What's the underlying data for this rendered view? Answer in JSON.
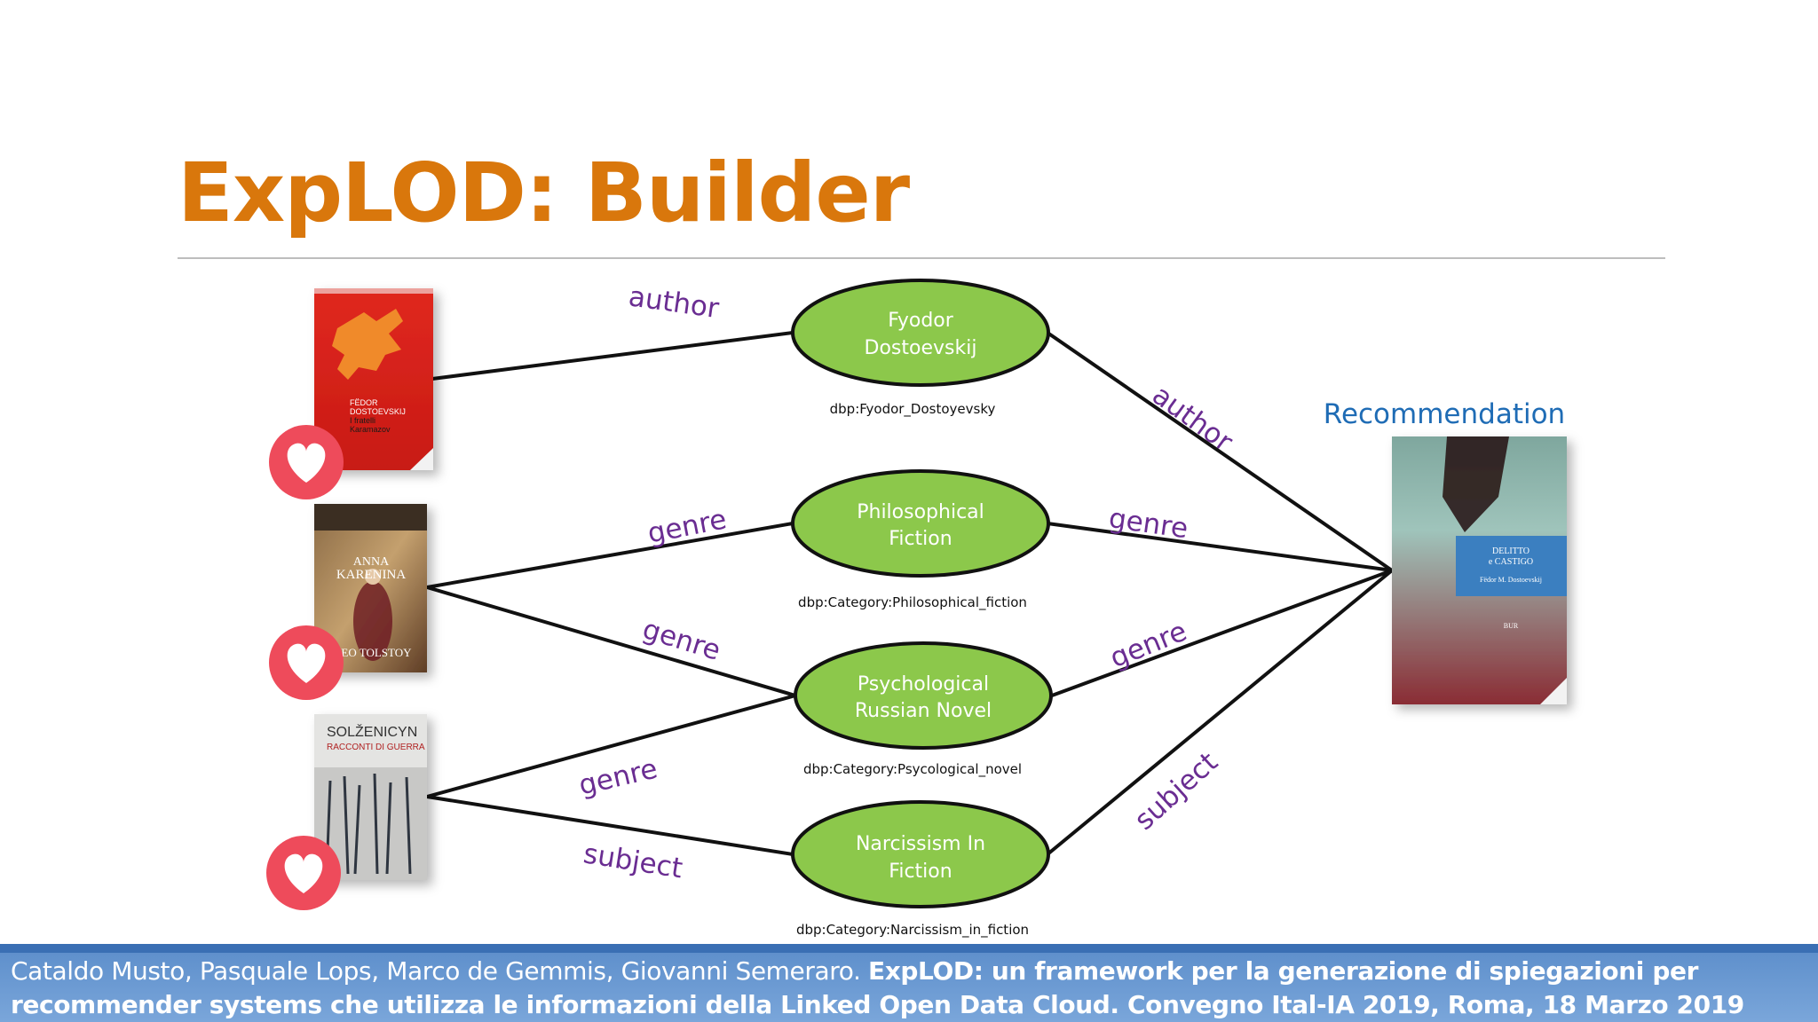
{
  "slide": {
    "title": "ExpLOD: Builder",
    "recommendation_label": "Recommendation"
  },
  "books": {
    "liked": [
      {
        "id": "karamazov",
        "cover_lines": [
          "FËDOR",
          "DOSTOEVSKIJ",
          "I fratelli",
          "Karamazov"
        ],
        "icon": "heart-icon"
      },
      {
        "id": "karenina",
        "cover_lines": [
          "ANNA",
          "KARENINA",
          "LEO TOLSTOY"
        ],
        "icon": "heart-icon"
      },
      {
        "id": "racconti",
        "cover_lines": [
          "SOLŽENICYN",
          "RACCONTI DI GUERRA"
        ],
        "icon": "heart-icon"
      }
    ],
    "recommended": {
      "id": "delitto",
      "cover_lines": [
        "DELITTO",
        "e CASTIGO",
        "Fëdor M. Dostoevskij",
        "BUR"
      ]
    }
  },
  "nodes": [
    {
      "id": "dostoevskij",
      "lines": [
        "Fyodor",
        "Dostoevskij"
      ],
      "uri": "dbp:Fyodor_Dostoyevsky"
    },
    {
      "id": "philosophical",
      "lines": [
        "Philosophical",
        "Fiction"
      ],
      "uri": "dbp:Category:Philosophical_fiction"
    },
    {
      "id": "psychological",
      "lines": [
        "Psychological",
        "Russian Novel"
      ],
      "uri": "dbp:Category:Psycological_novel"
    },
    {
      "id": "narcissism",
      "lines": [
        "Narcissism In",
        "Fiction"
      ],
      "uri": "dbp:Category:Narcissism_in_fiction"
    }
  ],
  "edges": [
    {
      "from": "karamazov",
      "to": "dostoevskij",
      "label": "author"
    },
    {
      "from": "karenina",
      "to": "philosophical",
      "label": "genre"
    },
    {
      "from": "karenina",
      "to": "psychological",
      "label": "genre"
    },
    {
      "from": "racconti",
      "to": "psychological",
      "label": "genre"
    },
    {
      "from": "racconti",
      "to": "narcissism",
      "label": "subject"
    },
    {
      "from": "dostoevskij",
      "to": "delitto",
      "label": "author"
    },
    {
      "from": "philosophical",
      "to": "delitto",
      "label": "genre"
    },
    {
      "from": "psychological",
      "to": "delitto",
      "label": "genre"
    },
    {
      "from": "narcissism",
      "to": "delitto",
      "label": "subject"
    }
  ],
  "colors": {
    "title": "#d9770c",
    "node_fill": "#8cc84b",
    "edge_label": "#6a2d92",
    "recommendation": "#1f6cb5",
    "heart_badge": "#ee4b5b",
    "footer_bg": "#5f90cc"
  },
  "footer": {
    "authors": "Cataldo Musto, Pasquale Lops, Marco de Gemmis, Giovanni Semeraro. ",
    "citation": "ExpLOD: un framework per la generazione di spiegazioni per recommender systems che utilizza le informazioni della Linked Open Data Cloud. Convegno Ital-IA 2019, Roma, 18 Marzo 2019"
  }
}
